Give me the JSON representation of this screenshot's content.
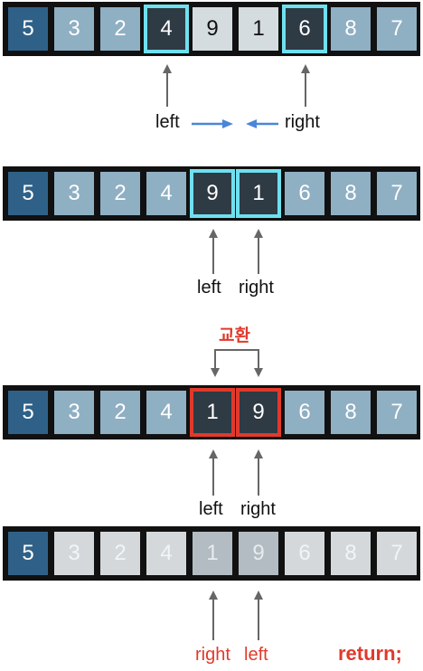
{
  "rows": [
    {
      "values": [
        "5",
        "3",
        "2",
        "4",
        "9",
        "1",
        "6",
        "8",
        "7"
      ],
      "styles": [
        "first",
        "light",
        "light",
        "dark",
        "pale",
        "pale",
        "dark",
        "light",
        "light"
      ],
      "highlight": [
        3,
        6
      ],
      "highlight_color": "#6fe0ef"
    },
    {
      "values": [
        "5",
        "3",
        "2",
        "4",
        "9",
        "1",
        "6",
        "8",
        "7"
      ],
      "styles": [
        "first",
        "light",
        "light",
        "light",
        "dark",
        "dark",
        "light",
        "light",
        "light"
      ],
      "highlight": [
        4,
        5
      ],
      "highlight_color": "#6fe0ef"
    },
    {
      "values": [
        "5",
        "3",
        "2",
        "4",
        "1",
        "9",
        "6",
        "8",
        "7"
      ],
      "styles": [
        "first",
        "light",
        "light",
        "light",
        "dark",
        "dark",
        "light",
        "light",
        "light"
      ],
      "highlight": [
        4,
        5
      ],
      "highlight_color": "#e03a2c"
    },
    {
      "values": [
        "5",
        "3",
        "2",
        "4",
        "1",
        "9",
        "6",
        "8",
        "7"
      ],
      "styles": [
        "first",
        "fade",
        "fade",
        "fade",
        "fade-dark",
        "fade-dark",
        "fade",
        "fade",
        "fade"
      ],
      "highlight": [],
      "highlight_color": ""
    }
  ],
  "labels": {
    "row1_left": "left",
    "row1_right": "right",
    "row2_left": "left",
    "row2_right": "right",
    "row3_left": "left",
    "row3_right": "right",
    "row4_right": "right",
    "row4_left": "left",
    "swap": "교환",
    "return": "return;"
  },
  "colors": {
    "cyan": "#6fe0ef",
    "red": "#e03a2c",
    "blue_arrow": "#4a86d8",
    "gray_arrow": "#666666"
  }
}
